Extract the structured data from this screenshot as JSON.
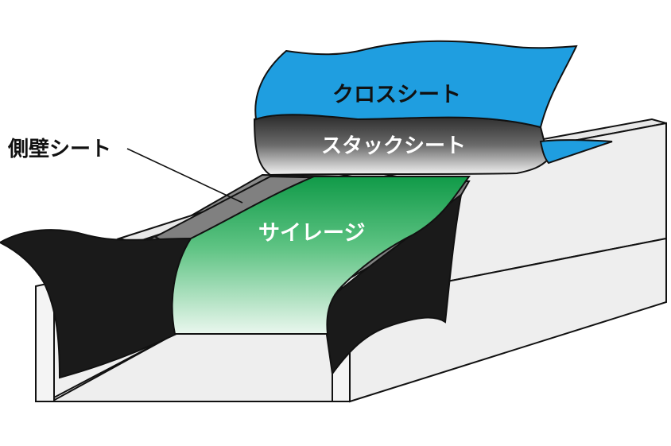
{
  "labels": {
    "side_wall_sheet": "側壁シート",
    "cross_sheet": "クロスシート",
    "stack_sheet": "スタックシート",
    "silage": "サイレージ"
  },
  "colors": {
    "cross_sheet": "#1f9ee0",
    "stack_sheet_dark": "#3a3a3a",
    "silage_top": "#10a050",
    "silage_bottom": "#e8f6ec",
    "side_wall_sheet": "#1a1a1a",
    "bunker_wall": "#eeeeee",
    "bunker_floor": "#8a8a8a"
  }
}
